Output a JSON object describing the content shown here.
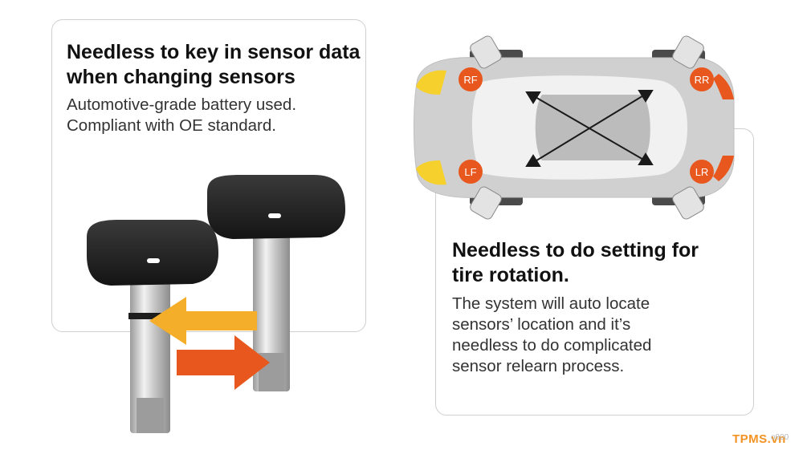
{
  "cards": {
    "left": {
      "headline_line1": "Needless to key in sensor data",
      "headline_line2": "when changing sensors",
      "body_line1": "Automotive-grade battery used.",
      "body_line2": "Compliant with OE standard."
    },
    "right": {
      "headline_line1": "Needless to do setting for",
      "headline_line2": "tire rotation.",
      "body_line1": "The system will auto locate",
      "body_line2": "sensors’ location and it’s",
      "body_line3": "needless to do complicated",
      "body_line4": "sensor relearn process."
    }
  },
  "wheel_labels": {
    "front_right": "RF",
    "rear_right": "RR",
    "front_left": "LF",
    "rear_left": "LR"
  },
  "watermark": {
    "brand": "TPMS.vn",
    "tag": "o800"
  },
  "colors": {
    "accent_orange": "#e8581e",
    "arrow_yellow": "#f5ae2a",
    "headlight_yellow": "#f6d02c",
    "car_body": "#d0d0d0",
    "sensor_body": "#262626"
  }
}
